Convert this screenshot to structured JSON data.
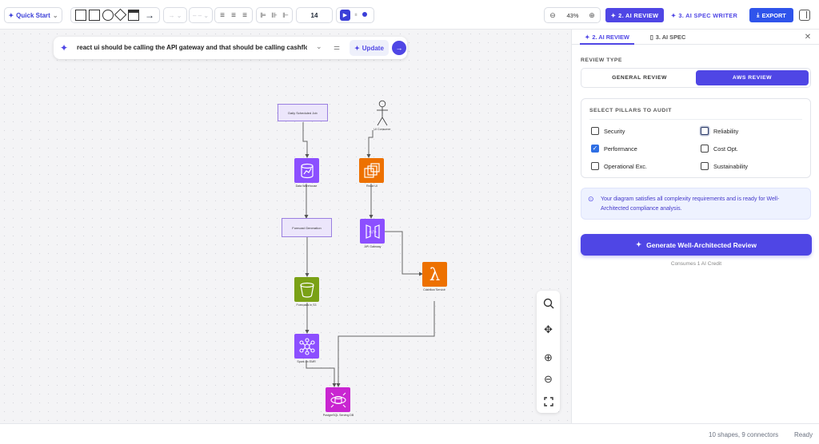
{
  "toolbar": {
    "quick_start": "Quick Start",
    "font_size": "14",
    "zoom_level": "43%",
    "tab_ai_review": "2. AI REVIEW",
    "tab_ai_spec_writer": "3. AI SPEC WRITER",
    "export_label": "EXPORT"
  },
  "prompt": {
    "text": "react ui should be calling the API gateway and that should be calling cashflo",
    "update_label": "Update"
  },
  "diagram": {
    "nodes": {
      "daily_job": "Daily Scheduled Job",
      "ui_consumer": "UI Consumer",
      "data_warehouse": "Data Warehouse",
      "react_ui": "React UI",
      "forecast_generation": "Forecast Generation",
      "api_gateway": "API Gateway",
      "cashflow_service": "Cashflow Service",
      "forecasts_s3": "Forecasts in S3",
      "spark_emr": "Spark on EMR",
      "postgres": "PostgreSQL Serving DB"
    }
  },
  "panel": {
    "tab_ai_review": "2. AI REVIEW",
    "tab_ai_spec": "3. AI SPEC",
    "review_type_label": "REVIEW TYPE",
    "review_general": "GENERAL REVIEW",
    "review_aws": "AWS REVIEW",
    "pillars_heading": "SELECT PILLARS TO AUDIT",
    "pillars": [
      {
        "label": "Security",
        "checked": false
      },
      {
        "label": "Reliability",
        "checked": false
      },
      {
        "label": "Performance",
        "checked": true
      },
      {
        "label": "Cost Opt.",
        "checked": false
      },
      {
        "label": "Operational Exc.",
        "checked": false
      },
      {
        "label": "Sustainability",
        "checked": false
      }
    ],
    "info_text": "Your diagram satisfies all complexity requirements and is ready for Well-Architected compliance analysis.",
    "generate_label": "Generate Well-Architected Review",
    "credits_note": "Consumes 1 AI Credit"
  },
  "status": {
    "counts": "10 shapes, 9 connectors",
    "state": "Ready"
  },
  "colors": {
    "accent": "#4f46e5",
    "accent_dark": "#3b3fd8",
    "aws_purple": "#8c4fff",
    "aws_orange": "#ed7100",
    "aws_green": "#7aa116",
    "aws_magenta": "#c925d1"
  }
}
